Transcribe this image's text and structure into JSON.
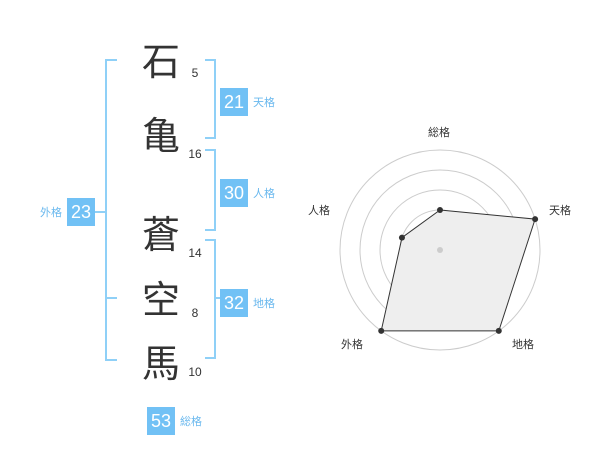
{
  "name": {
    "characters": [
      {
        "char": "石",
        "strokes": "5"
      },
      {
        "char": "亀",
        "strokes": "16"
      },
      {
        "char": "蒼",
        "strokes": "14"
      },
      {
        "char": "空",
        "strokes": "8"
      },
      {
        "char": "馬",
        "strokes": "10"
      }
    ]
  },
  "fortunes": {
    "tenkaku": {
      "label": "天格",
      "value": "21"
    },
    "jinkaku": {
      "label": "人格",
      "value": "30"
    },
    "chikaku": {
      "label": "地格",
      "value": "32"
    },
    "gaikaku": {
      "label": "外格",
      "value": "23"
    },
    "soukaku": {
      "label": "総格",
      "value": "53"
    }
  },
  "colors": {
    "accent": "#71c1f5",
    "accent_text": "#69b8ee",
    "bracket": "#8fd0f7",
    "radar_fill": "#eeeeee",
    "radar_line": "#333333",
    "grid": "#cccccc"
  },
  "chart_data": {
    "type": "radar",
    "axes": [
      "総格",
      "天格",
      "地格",
      "外格",
      "人格"
    ],
    "values": [
      2,
      5,
      5,
      5,
      2
    ],
    "rmax": 5,
    "rings": 5
  }
}
